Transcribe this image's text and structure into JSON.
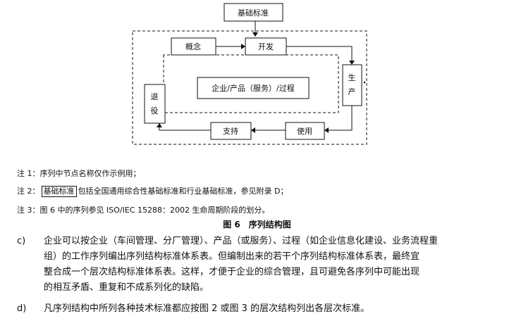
{
  "diagram": {
    "nodes": {
      "basic_standard": "基础标准",
      "concept": "概念",
      "develop": "开发",
      "produce": "生\n产",
      "center": "企业/产品（服务）/过程",
      "retire": "退\n役",
      "support": "支持",
      "use": "使用"
    }
  },
  "notes": [
    {
      "prefix": "注 1：",
      "text": "序列中节点名称仅作示例用；"
    },
    {
      "prefix": "注 2：",
      "tag": "基础标准",
      "text": "包括全国通用综合性基础标准和行业基础标准，参见附录 D；"
    },
    {
      "prefix": "注 3：",
      "text": "图 6 中的序列参见 ISO/IEC 15288：2002 生命周期阶段的划分。"
    }
  ],
  "figure_caption": "图 6　序列结构图",
  "paragraphs": [
    {
      "mark": "c)",
      "lines": [
        "企业可以按企业（车间管理、分厂管理）、产品（或服务）、过程（如企业信息化建设、业务流程重",
        "组）的工作序列编出序列结构标准体系表。但编制出来的若干个序列结构标准体系表，最终宜",
        "整合成一个层次结构标准体系表。这样，才便于企业的综合管理，且可避免各序列中可能出现",
        "的相互矛盾、重复和不成系列化的缺陷。"
      ]
    },
    {
      "mark": "d)",
      "lines": [
        "凡序列结构中所列各种技术标准都应按图 2 或图 3 的层次结构列出各层次标准。"
      ]
    }
  ]
}
